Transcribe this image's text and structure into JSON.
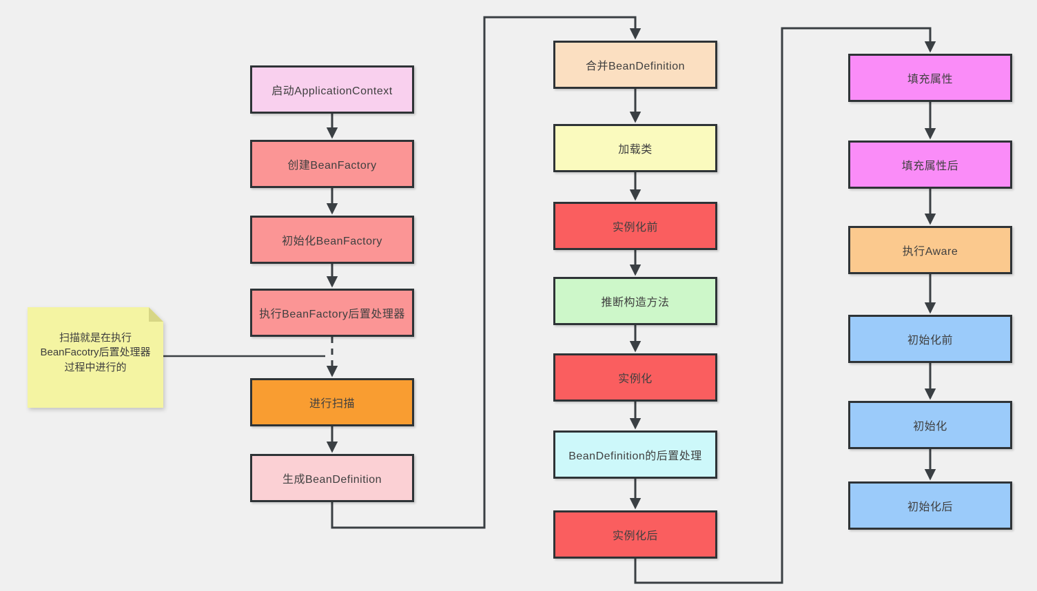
{
  "canvas": {
    "background": "#f0f0f0",
    "border_color": "#2e3336",
    "line_color": "#3a3f43",
    "text_color": "#3f3f3f"
  },
  "note": {
    "line1": "扫描就是在执行",
    "line2": "BeanFacotry后置处理器",
    "line3": "过程中进行的",
    "fill": "#f4f4a2",
    "fold_color": "#d7d685"
  },
  "nodes": {
    "col1": [
      {
        "label": "启动ApplicationContext",
        "fill": "#f9d0ee"
      },
      {
        "label": "创建BeanFactory",
        "fill": "#fb9595"
      },
      {
        "label": "初始化BeanFactory",
        "fill": "#fb9595"
      },
      {
        "label": "执行BeanFactory后置处理器",
        "fill": "#fb9595"
      },
      {
        "label": "进行扫描",
        "fill": "#f99d31"
      },
      {
        "label": "生成BeanDefinition",
        "fill": "#fbd0d4"
      }
    ],
    "col2": [
      {
        "label": "合并BeanDefinition",
        "fill": "#fbdfc1"
      },
      {
        "label": "加载类",
        "fill": "#fafabe"
      },
      {
        "label": "实例化前",
        "fill": "#fa5e5f"
      },
      {
        "label": "推断构造方法",
        "fill": "#cdf7c9"
      },
      {
        "label": "实例化",
        "fill": "#fa5e5f"
      },
      {
        "label": "BeanDefinition的后置处理",
        "fill": "#cdf8fa"
      },
      {
        "label": "实例化后",
        "fill": "#fa5e5f"
      }
    ],
    "col3": [
      {
        "label": "填充属性",
        "fill": "#fa8cf8"
      },
      {
        "label": "填充属性后",
        "fill": "#fa8cf8"
      },
      {
        "label": "执行Aware",
        "fill": "#fbc98e"
      },
      {
        "label": "初始化前",
        "fill": "#9bcbfa"
      },
      {
        "label": "初始化",
        "fill": "#9bcbfa"
      },
      {
        "label": "初始化后",
        "fill": "#9bcbfa"
      }
    ]
  }
}
